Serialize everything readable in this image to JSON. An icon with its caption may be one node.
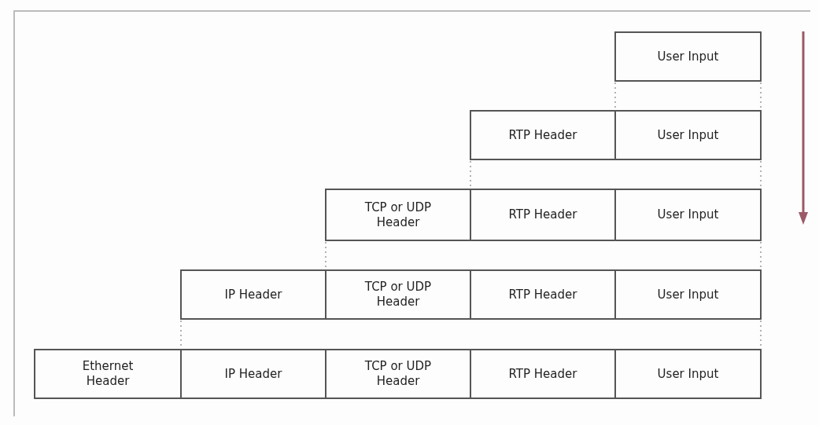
{
  "diagram": {
    "nodes": [
      {
        "text": [
          "User Input"
        ]
      },
      {
        "text": [
          "RTP Header"
        ]
      },
      {
        "text": [
          "User Input"
        ]
      },
      {
        "text": [
          "TCP or UDP Header"
        ]
      },
      {
        "text": [
          "RTP Header"
        ]
      },
      {
        "text": [
          "User Input"
        ]
      },
      {
        "text": [
          "IP Header"
        ]
      },
      {
        "text": [
          "TCP or UDP Header"
        ]
      },
      {
        "text": [
          "RTP Header"
        ]
      },
      {
        "text": [
          "User Input"
        ]
      },
      {
        "text": [
          "Ethernet Header"
        ]
      },
      {
        "text": [
          "IP Header"
        ]
      },
      {
        "text": [
          "TCP or UDP Header"
        ]
      },
      {
        "text": [
          "RTP Header"
        ]
      },
      {
        "text": [
          "User Input"
        ]
      }
    ],
    "edges": [
      {
        "from": 0,
        "to": 1,
        "arrow": "none",
        "style": "dashed"
      },
      {
        "from": 0,
        "to": 2,
        "arrow": "none",
        "style": "dashed"
      },
      {
        "from": 1,
        "to": 3,
        "arrow": "none",
        "style": "dashed"
      },
      {
        "from": 2,
        "to": 5,
        "arrow": "none",
        "style": "dashed"
      },
      {
        "from": 3,
        "to": 6,
        "arrow": "none",
        "style": "dashed"
      },
      {
        "from": 5,
        "to": 9,
        "arrow": "none",
        "style": "dashed"
      },
      {
        "from": 6,
        "to": 11,
        "arrow": "none",
        "style": "dashed"
      },
      {
        "from": 9,
        "to": 14,
        "arrow": "none",
        "style": "dashed"
      }
    ]
  }
}
